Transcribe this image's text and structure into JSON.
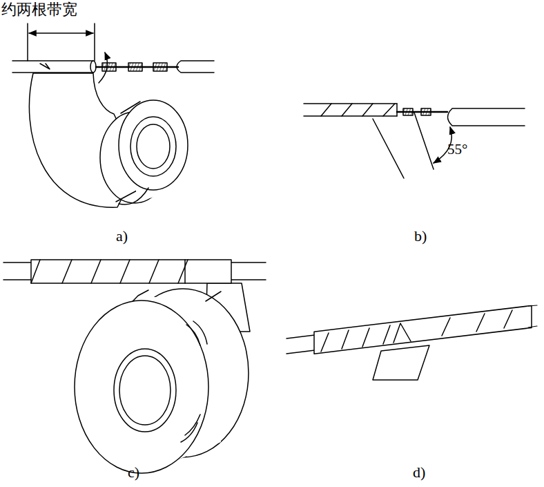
{
  "diagram": {
    "labels": [
      "约两根带宽",
      "55°",
      "a)",
      "b)",
      "c)",
      "d)"
    ]
  }
}
